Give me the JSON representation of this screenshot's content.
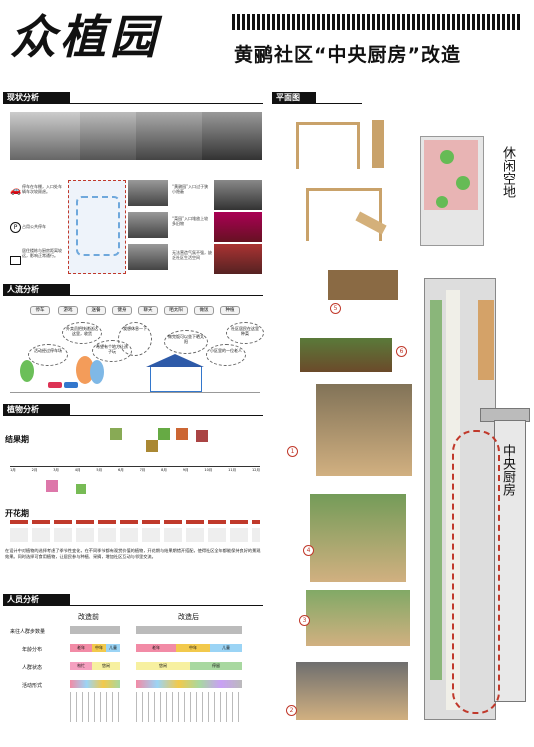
{
  "title_calligraphy": "众植园",
  "subtitle": "黄鹂社区“中央厨房”改造",
  "sections": {
    "status": "现状分析",
    "plan": "平面图",
    "flow": "人流分析",
    "plants": "植物分析",
    "people": "人员分析"
  },
  "status_notes": [
    "停车在车棚，入口处车辆车次较顾虑。",
    "占用公共停车",
    "居住楼栋与厨房距离较远，影响正常通行。"
  ],
  "status_notes_right": [
    "“黄鹂园”入口过于狭小隐蔽",
    "“菜园”入口堆放上较多旧物",
    "无法营造气氛不强，缺乏社区生活空间"
  ],
  "flow_tags": [
    "停车",
    "游戏",
    "送餐",
    "健身",
    "聊天",
    "晒太阳",
    "做饭",
    "种植"
  ],
  "flow_bubbles": [
    "活动经过停车场",
    "外卖员把快递送达这里，收货",
    "希望有个地方让孩子玩",
    "我想休息一下",
    "做完饭可以坐下晒太阳",
    "小区里的一位老人",
    "社区居民在这里种菜"
  ],
  "plants": {
    "fruit_label": "结果期",
    "flower_label": "开花期",
    "months": [
      "1月",
      "2月",
      "3月",
      "4月",
      "5月",
      "6月",
      "7月",
      "8月",
      "9月",
      "10月",
      "11月",
      "12月"
    ],
    "paragraph": "在设计中对植物的选择考虑了季节性变化，在不同季节都有观赏价值的植物，开花期与结果期错开搭配，使得社区全年都能保持良好的景观效果。同时选择可食用植物，让居民参与种植、采摘，增加社区互动与邻里交流。"
  },
  "people": {
    "before": "改造前",
    "after": "改造后",
    "rows": [
      "来往人群步数量",
      "年龄分布",
      "人群状态",
      "活动形式"
    ],
    "age_before": [
      "老年",
      "中年",
      "儿童"
    ],
    "age_after": [
      "老年",
      "中年",
      "儿童"
    ],
    "state_before": [
      "匆忙",
      "悠闲"
    ],
    "state_after": [
      "悠闲",
      "停留"
    ]
  },
  "side_labels": {
    "leisure": "休闲空地",
    "kitchen": "中央厨房"
  },
  "markers": [
    "1",
    "2",
    "3",
    "4",
    "5",
    "6"
  ],
  "colors": {
    "accent_red": "#c0392b",
    "bar_black": "#111111",
    "age_old": "#f28ba6",
    "age_mid": "#f2c94c",
    "age_child": "#9bd4f5",
    "state_green": "#a8d8a0"
  }
}
